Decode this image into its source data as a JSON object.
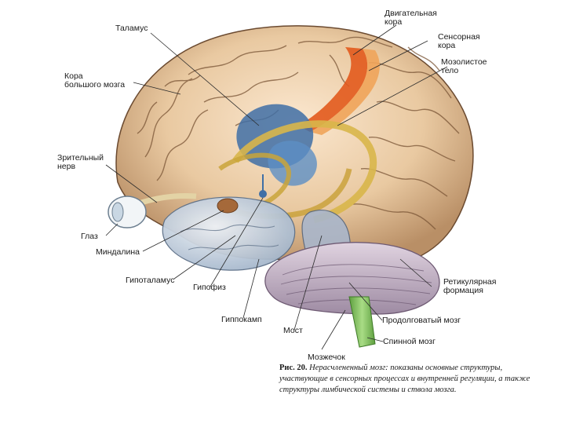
{
  "labels": {
    "thalamus": "Таламус",
    "motor_cortex": [
      "Двигательная",
      "кора"
    ],
    "sensory_cortex": [
      "Сенсорная",
      "кора"
    ],
    "corpus_callosum": [
      "Мозолистое",
      "тело"
    ],
    "cerebral_cortex": [
      "Кора",
      "большого мозга"
    ],
    "optic_nerve": [
      "Зрительный",
      "нерв"
    ],
    "eye": "Глаз",
    "amygdala": "Миндалина",
    "hypothalamus": "Гипоталамус",
    "pituitary": "Гипофиз",
    "hippocampus": "Гиппокамп",
    "pons": "Мост",
    "cerebellum": "Мозжечок",
    "spinal_cord": "Спинной мозг",
    "medulla": "Продолговатый мозг",
    "reticular_formation": [
      "Ретикулярная",
      "формация"
    ]
  },
  "caption": {
    "number": "Рис. 20.",
    "text": "Нерасчлененный мозг: показаны основные структуры, участвующие в сенсорных процессах и внутренней регуляции, а также структуры лимбической системы и ствола мозга."
  },
  "colors": {
    "cortex": "#e9c9a1",
    "motor_cortex": "#e25a1d",
    "sensory_cortex": "#f0a45a",
    "thalamus": "#3f6fa6",
    "limbic": "#d8b64a",
    "cerebellum": "#c9b7c7",
    "spinal_cord": "#8cc56a"
  }
}
